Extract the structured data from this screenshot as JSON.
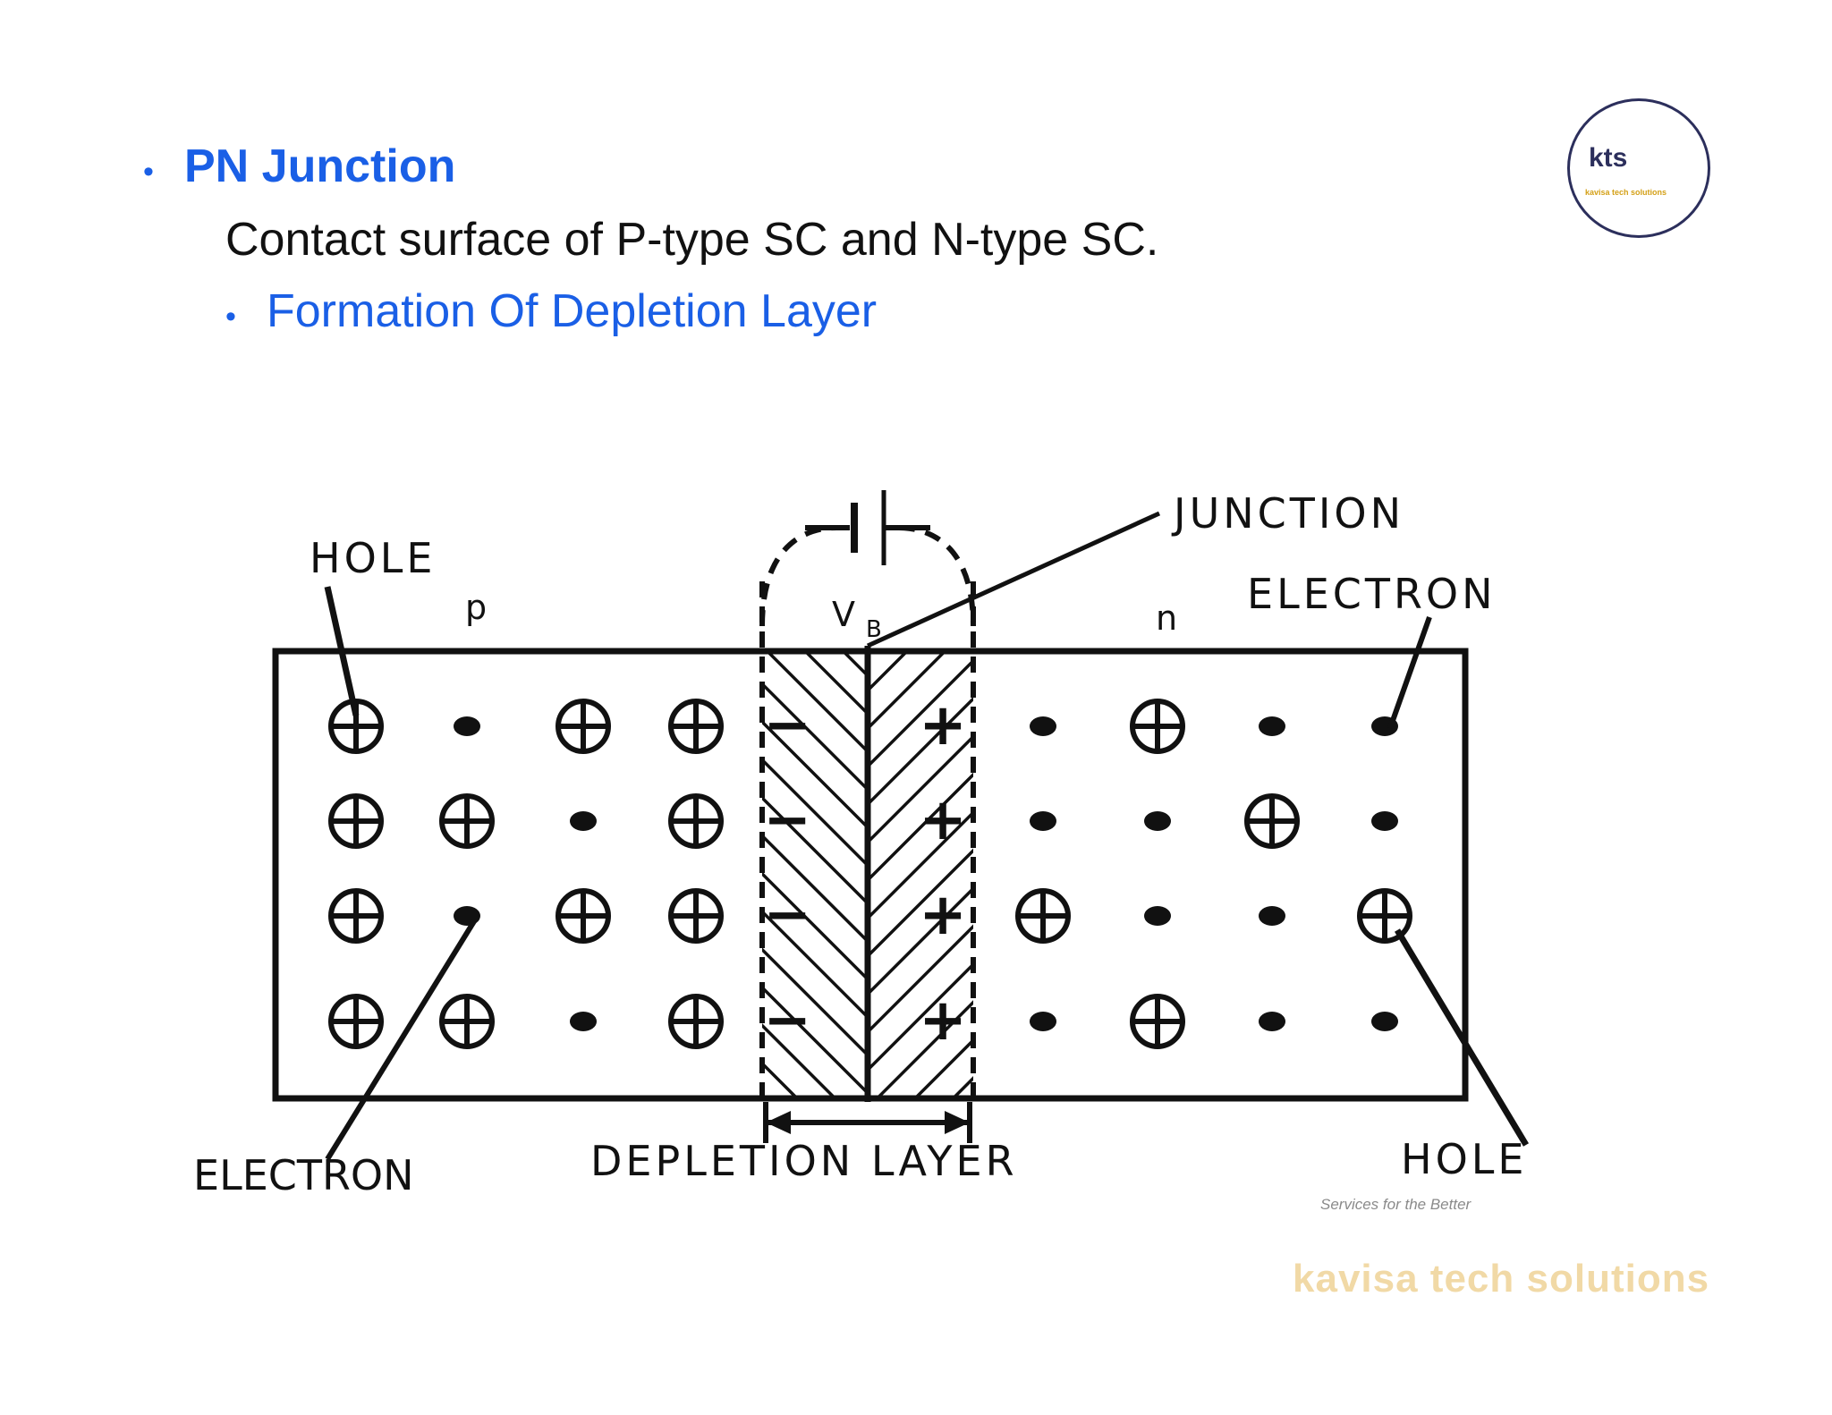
{
  "slide": {
    "heading": "PN Junction",
    "description": "Contact surface of P-type SC and N-type SC.",
    "subheading": "Formation Of Depletion Layer",
    "bullet_glyph": "•"
  },
  "diagram": {
    "labels": {
      "hole_top": "HOLE",
      "p_region": "p",
      "barrier_voltage": "V",
      "barrier_subscript": "B",
      "junction": "JUNCTION",
      "n_region": "n",
      "electron_top": "ELECTRON",
      "electron_bottom": "ELECTRON",
      "depletion_layer": "DEPLETION LAYER",
      "hole_bottom": "HOLE"
    },
    "p_side_grid": [
      [
        "hole",
        "electron",
        "hole",
        "hole"
      ],
      [
        "hole",
        "hole",
        "electron",
        "hole"
      ],
      [
        "hole",
        "electron",
        "hole",
        "hole"
      ],
      [
        "hole",
        "hole",
        "electron",
        "hole"
      ]
    ],
    "n_side_grid": [
      [
        "electron",
        "hole",
        "electron",
        "electron"
      ],
      [
        "electron",
        "electron",
        "hole",
        "electron"
      ],
      [
        "hole",
        "electron",
        "electron",
        "hole"
      ],
      [
        "electron",
        "hole",
        "electron",
        "electron"
      ]
    ],
    "depletion_charges": {
      "p_side": "−",
      "n_side": "+"
    }
  },
  "logo": {
    "name": "kts",
    "full_name": "kavisa tech solutions",
    "tagline": "Services for the Better"
  },
  "colors": {
    "accent": "#1a5fe6",
    "ink": "#111111",
    "logo_navy": "#2c2f5c",
    "logo_gold": "#d4a017"
  }
}
